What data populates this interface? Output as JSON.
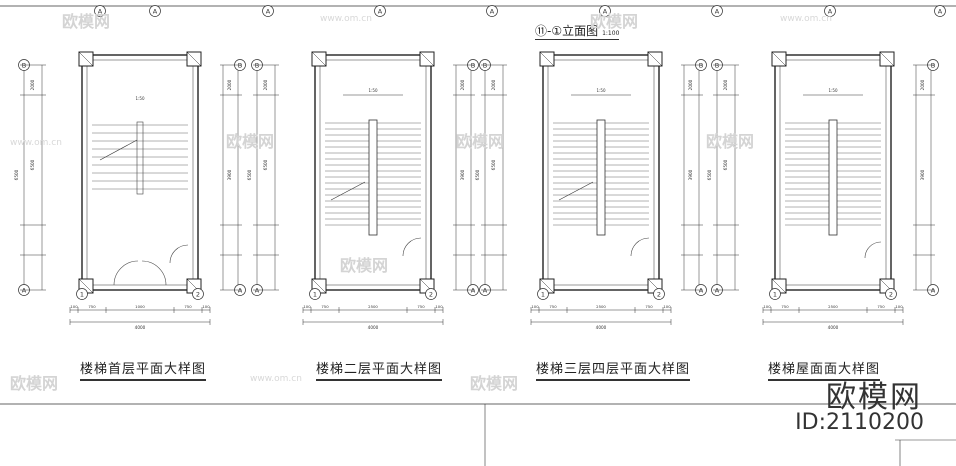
{
  "sheet_title": "⑪-①立面图",
  "sheet_scale": "1:100",
  "plans": [
    {
      "title": "楼梯首层平面大样图",
      "grid_left": "1",
      "grid_right": "2",
      "bottom_dims": [
        "100",
        "750",
        "1000",
        "750",
        "100"
      ],
      "total": "4000",
      "top_note": "1:50"
    },
    {
      "title": "楼梯二层平面大样图",
      "grid_left": "1",
      "grid_right": "2",
      "bottom_dims": [
        "100",
        "750",
        "2500",
        "750",
        "100"
      ],
      "total": "4000",
      "top_note": "1:50"
    },
    {
      "title": "楼梯三层四层平面大样图",
      "grid_left": "1",
      "grid_right": "2",
      "bottom_dims": [
        "100",
        "750",
        "2500",
        "750",
        "100"
      ],
      "total": "4000",
      "top_note": "1:50"
    },
    {
      "title": "楼梯屋面面大样图",
      "grid_left": "1",
      "grid_right": "2",
      "bottom_dims": [
        "100",
        "750",
        "2500",
        "750",
        "100"
      ],
      "total": "4000",
      "top_note": "1:50"
    }
  ],
  "axis_labels": {
    "top_row": [
      "A",
      "A",
      "A",
      "A",
      "A",
      "A",
      "A",
      "A",
      "A"
    ],
    "left": "B",
    "bottom": "A"
  },
  "watermark": {
    "brand": "欧模网",
    "id": "ID:2110200",
    "url": "www.om.cn"
  }
}
